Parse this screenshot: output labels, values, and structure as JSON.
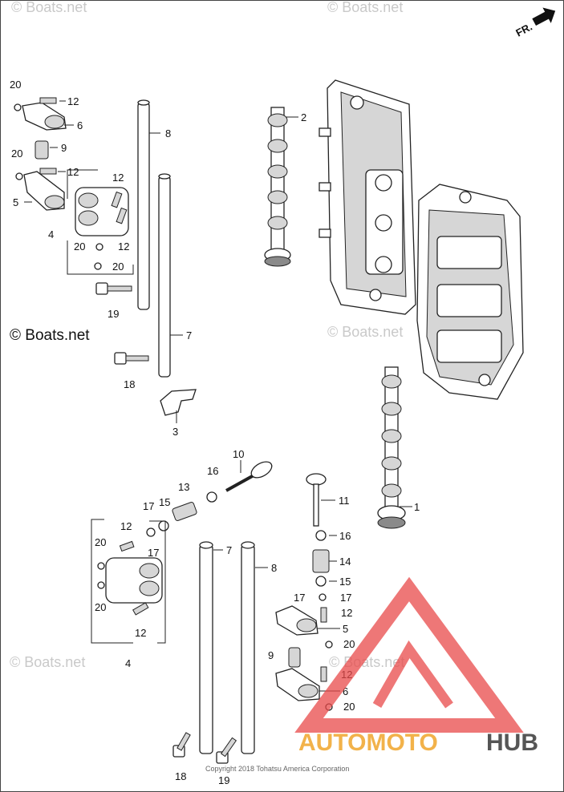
{
  "watermark_text": "© Boats.net",
  "copyright": "Copyright 2018 Tohatsu America Corporation",
  "direction_label": "FR.",
  "brand": {
    "left": "AUTOMOTO",
    "right": "HUB",
    "color_left": "#f2b24a",
    "color_right": "#555555",
    "logo_color": "#e84a4a"
  },
  "callouts": [
    {
      "n": "1"
    },
    {
      "n": "2"
    },
    {
      "n": "3"
    },
    {
      "n": "4"
    },
    {
      "n": "4"
    },
    {
      "n": "5"
    },
    {
      "n": "5"
    },
    {
      "n": "6"
    },
    {
      "n": "6"
    },
    {
      "n": "7"
    },
    {
      "n": "7"
    },
    {
      "n": "8"
    },
    {
      "n": "8"
    },
    {
      "n": "9"
    },
    {
      "n": "9"
    },
    {
      "n": "10"
    },
    {
      "n": "11"
    },
    {
      "n": "12"
    },
    {
      "n": "12"
    },
    {
      "n": "12"
    },
    {
      "n": "12"
    },
    {
      "n": "12"
    },
    {
      "n": "12"
    },
    {
      "n": "12"
    },
    {
      "n": "12"
    },
    {
      "n": "13"
    },
    {
      "n": "14"
    },
    {
      "n": "15"
    },
    {
      "n": "15"
    },
    {
      "n": "16"
    },
    {
      "n": "16"
    },
    {
      "n": "17"
    },
    {
      "n": "17"
    },
    {
      "n": "17"
    },
    {
      "n": "17"
    },
    {
      "n": "18"
    },
    {
      "n": "18"
    },
    {
      "n": "19"
    },
    {
      "n": "19"
    },
    {
      "n": "20"
    },
    {
      "n": "20"
    },
    {
      "n": "20"
    },
    {
      "n": "20"
    },
    {
      "n": "20"
    },
    {
      "n": "20"
    },
    {
      "n": "20"
    },
    {
      "n": "20"
    }
  ]
}
